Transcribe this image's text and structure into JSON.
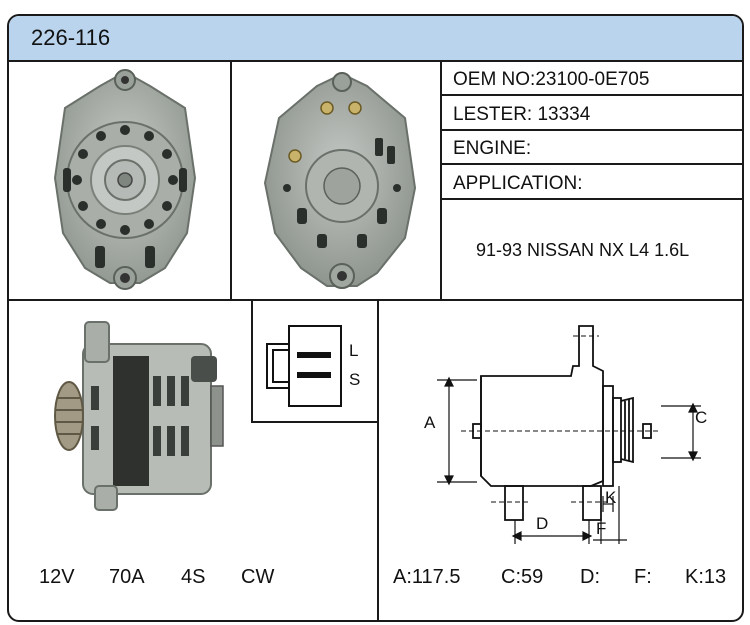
{
  "header": {
    "part_number": "226-116",
    "bg_color": "#b9d4ec"
  },
  "info": {
    "oem_label": "OEM NO:",
    "oem_value": "23100-0E705",
    "lester_label": "LESTER:",
    "lester_value": "13334",
    "engine_label": "ENGINE:",
    "engine_value": "",
    "application_label": "APPLICATION:",
    "application_value": "91-93 NISSAN NX L4 1.6L"
  },
  "connector": {
    "pin_l": "L",
    "pin_s": "S"
  },
  "dimensions": {
    "label_a": "A",
    "label_c": "C",
    "label_d": "D",
    "label_f": "F",
    "label_k": "K"
  },
  "specs_left": {
    "voltage": "12V",
    "amperage": "70A",
    "groove": "4S",
    "rotation": "CW"
  },
  "specs_right": {
    "a": "A:117.5",
    "c": "C:59",
    "d": "D:",
    "f": "F:",
    "k": "K:13"
  }
}
